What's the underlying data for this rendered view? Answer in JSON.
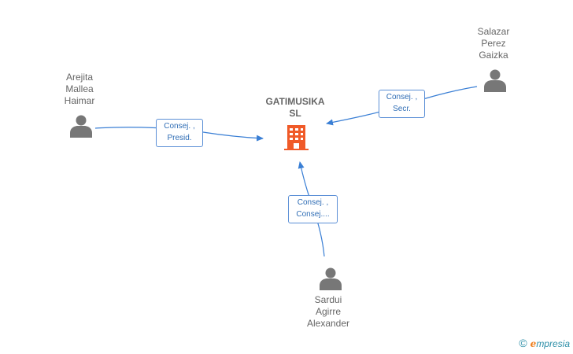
{
  "company": {
    "name_line1": "GATIMUSIKA",
    "name_line2": "SL"
  },
  "people": [
    {
      "lines": [
        "Arejita",
        "Mallea",
        "Haimar"
      ]
    },
    {
      "lines": [
        "Salazar",
        "Perez",
        "Gaizka"
      ]
    },
    {
      "lines": [
        "Sardui",
        "Agirre",
        "Alexander"
      ]
    }
  ],
  "relations": [
    {
      "line1": "Consej. ,",
      "line2": "Presid."
    },
    {
      "line1": "Consej. ,",
      "line2": "Secr."
    },
    {
      "line1": "Consej. ,",
      "line2": "Consej...."
    }
  ],
  "footer": {
    "copyright": "©",
    "brand_e": "e",
    "brand_rest": "mpresia"
  },
  "colors": {
    "edge": "#3a7fd5",
    "person": "#777777",
    "company": "#f05a28",
    "label_border": "#5b8fd6",
    "label_text": "#2f6db5"
  }
}
